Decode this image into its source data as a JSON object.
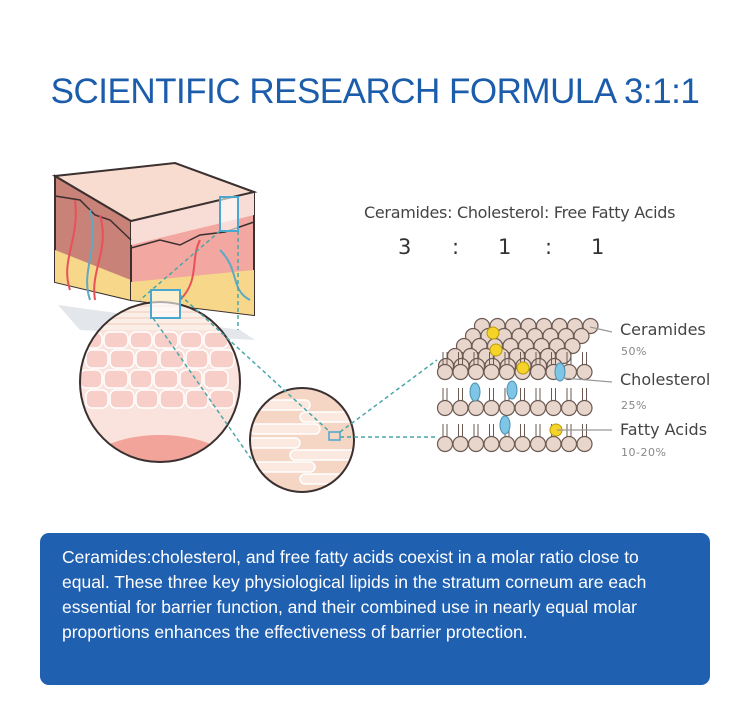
{
  "title": "SCIENTIFIC RESEARCH FORMULA 3:1:1",
  "ratio": {
    "label": "Ceramides: Cholesterol: Free Fatty Acids",
    "values": [
      "3",
      ":",
      "1",
      ":",
      "1"
    ]
  },
  "legend": [
    {
      "name": "Ceramides",
      "percent": "50%"
    },
    {
      "name": "Cholesterol",
      "percent": "25%"
    },
    {
      "name": "Fatty Acids",
      "percent": "10-20%"
    }
  ],
  "description": "Ceramides:cholesterol, and free fatty acids coexist in a molar ratio close to equal. These three key physiological lipids in the stratum corneum are each essential for barrier function, and their combined use in nearly equal molar proportions enhances the effectiveness of barrier protection.",
  "colors": {
    "accent": "#1f60b1",
    "ceramide": "#e8d6cc",
    "cholesterol": "#7fc6e6",
    "fatty_acid": "#f5d327"
  }
}
